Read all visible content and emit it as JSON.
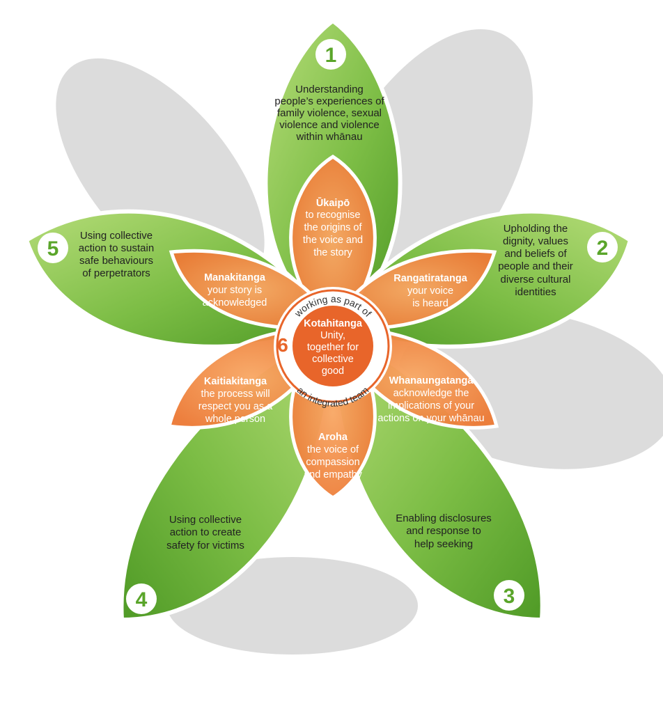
{
  "colors": {
    "green_dark": "#4f9a26",
    "green_light": "#a6d36a",
    "orange_dark": "#e8652a",
    "orange_light": "#f6a35a",
    "shadow": "#d7d7d7"
  },
  "outer_petals": [
    {
      "number": "1",
      "lines": [
        "Understanding",
        "people’s experiences of",
        "family violence, sexual",
        "violence and violence",
        "within whānau"
      ]
    },
    {
      "number": "2",
      "lines": [
        "Upholding the",
        "dignity, values",
        "and beliefs of",
        "people and their",
        "diverse cultural",
        "identities"
      ]
    },
    {
      "number": "3",
      "lines": [
        "Enabling disclosures",
        "and response to",
        "help seeking"
      ]
    },
    {
      "number": "4",
      "lines": [
        "Using collective",
        "action to create",
        "safety for victims"
      ]
    },
    {
      "number": "5",
      "lines": [
        "Using collective",
        "action to sustain",
        "safe behaviours",
        "of perpetrators"
      ]
    }
  ],
  "inner_petals": [
    {
      "title": "Ūkaipō",
      "lines": [
        "to recognise",
        "the origins of",
        "the voice and",
        "the story"
      ]
    },
    {
      "title": "Rangatiratanga",
      "lines": [
        "your voice",
        "is heard"
      ]
    },
    {
      "title": "Whanaungatanga",
      "lines": [
        "acknowledge the",
        "implications of your",
        "actions on your whānau"
      ]
    },
    {
      "title": "Aroha",
      "lines": [
        "the voice of",
        "compassion",
        "and empathy"
      ]
    },
    {
      "title": "Kaitiakitanga",
      "lines": [
        "the process will",
        "respect you as a",
        "whole person"
      ]
    },
    {
      "title": "Manakitanga",
      "lines": [
        "your story is",
        "acknowledged"
      ]
    }
  ],
  "center": {
    "number": "6",
    "title": "Kotahitanga",
    "lines": [
      "Unity,",
      "together for",
      "collective",
      "good"
    ],
    "ring_top": "working as part of",
    "ring_bottom": "an integrated team"
  }
}
